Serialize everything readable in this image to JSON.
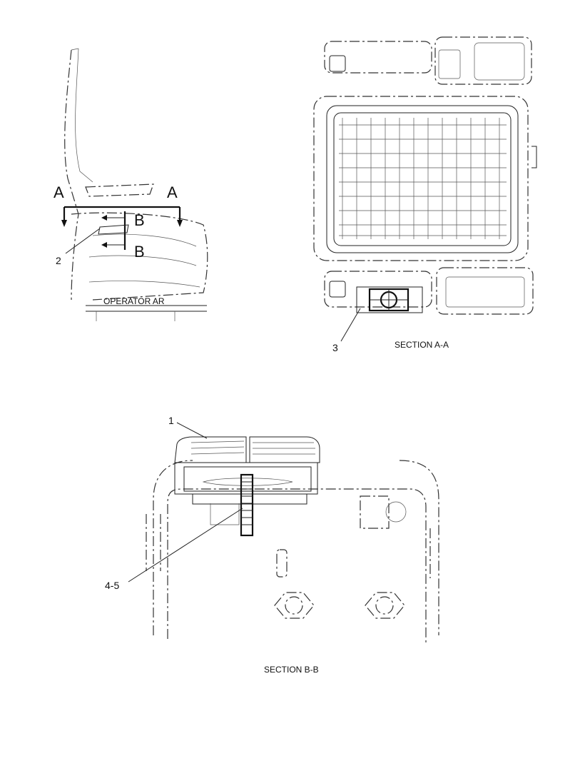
{
  "views": {
    "operator": {
      "caption": "OPERATOR AR",
      "section_a_left": "A",
      "section_a_right": "A",
      "section_b_top": "B",
      "section_b_bottom": "B",
      "callout": "2"
    },
    "section_a": {
      "caption": "SECTION A-A",
      "callout": "3"
    },
    "section_b": {
      "caption": "SECTION B-B",
      "callout_top": "1",
      "callout_bottom": "4-5"
    }
  }
}
